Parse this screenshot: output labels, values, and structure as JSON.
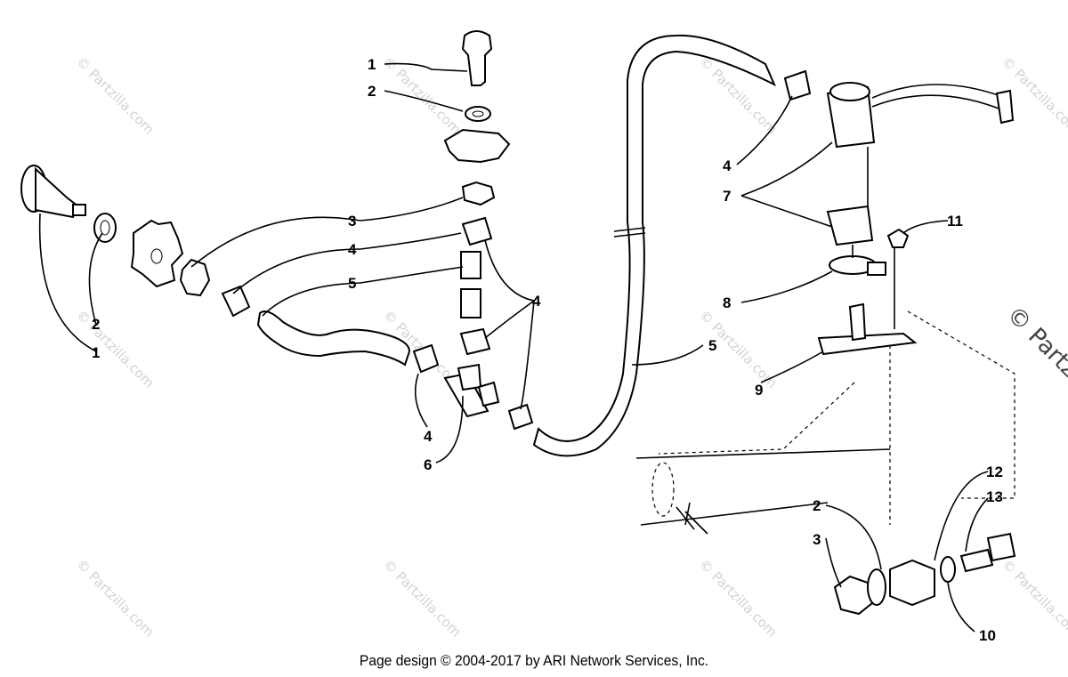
{
  "diagram": {
    "callouts": [
      {
        "id": "c1-top",
        "text": "1"
      },
      {
        "id": "c2-top",
        "text": "2"
      },
      {
        "id": "c3-mid",
        "text": "3"
      },
      {
        "id": "c4-mid",
        "text": "4"
      },
      {
        "id": "c5-mid",
        "text": "5"
      },
      {
        "id": "c4-right",
        "text": "4"
      },
      {
        "id": "c2-left",
        "text": "2"
      },
      {
        "id": "c1-left",
        "text": "1"
      },
      {
        "id": "c4-bottom",
        "text": "4"
      },
      {
        "id": "c6-bottom",
        "text": "6"
      },
      {
        "id": "c4-pump",
        "text": "4"
      },
      {
        "id": "c7-pump",
        "text": "7"
      },
      {
        "id": "c8-clamp",
        "text": "8"
      },
      {
        "id": "c9-bracket",
        "text": "9"
      },
      {
        "id": "c11-nut",
        "text": "11"
      },
      {
        "id": "c5-hose",
        "text": "5"
      },
      {
        "id": "c12",
        "text": "12"
      },
      {
        "id": "c13",
        "text": "13"
      },
      {
        "id": "c2-inset",
        "text": "2"
      },
      {
        "id": "c3-inset",
        "text": "3"
      },
      {
        "id": "c10",
        "text": "10"
      }
    ],
    "watermark": "© Partzilla.com",
    "copyright": "Page design © 2004-2017 by ARI Network Services, Inc."
  }
}
